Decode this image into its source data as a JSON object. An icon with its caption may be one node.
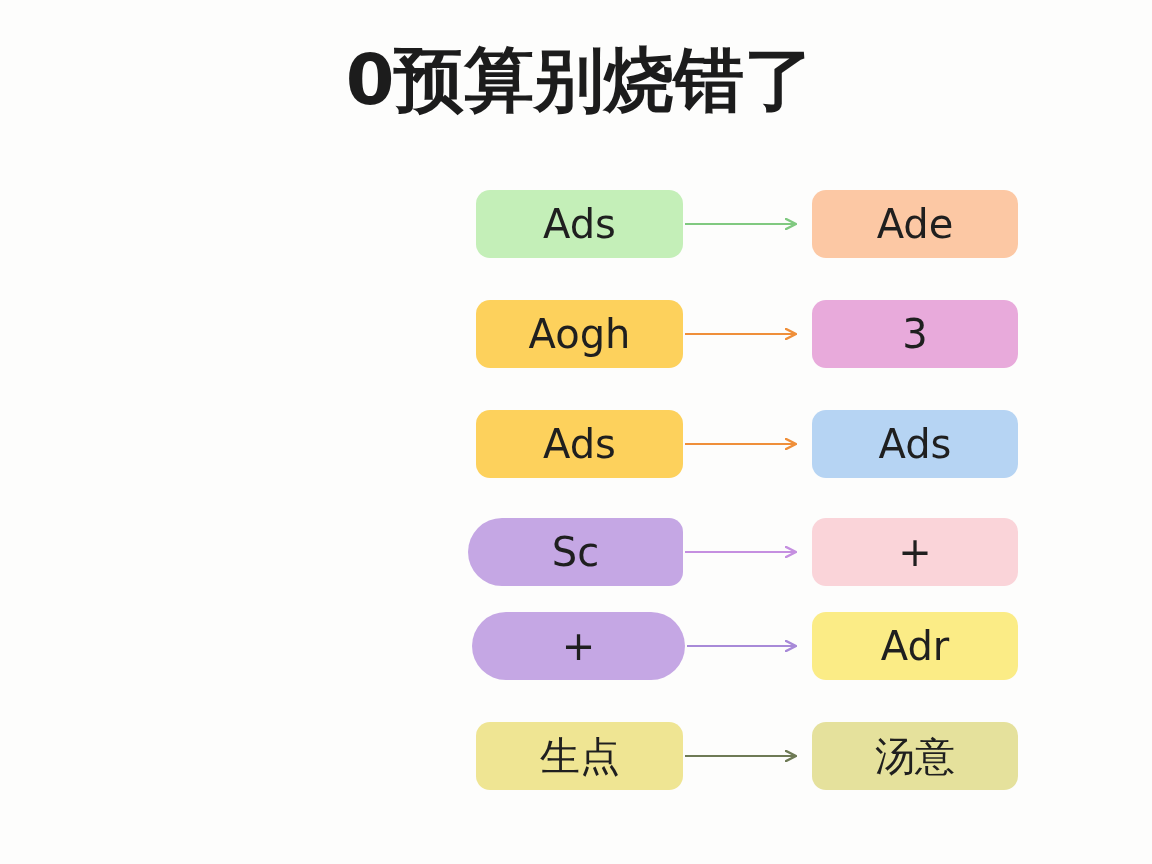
{
  "diagram": {
    "title": "0预算别烧错了",
    "nodes": [
      {
        "text": [
          "Ads"
        ]
      },
      {
        "text": [
          "Ade"
        ]
      },
      {
        "text": [
          "Aogh"
        ]
      },
      {
        "text": [
          "3"
        ]
      },
      {
        "text": [
          "Ads"
        ]
      },
      {
        "text": [
          "Ads"
        ]
      },
      {
        "text": [
          "Sc"
        ]
      },
      {
        "text": [
          "+"
        ]
      },
      {
        "text": [
          "+"
        ]
      },
      {
        "text": [
          "Adr"
        ]
      },
      {
        "text": [
          "生点"
        ]
      },
      {
        "text": [
          "汤意"
        ]
      }
    ],
    "edges": [
      {
        "from": 0,
        "to": 1,
        "arrow": "to",
        "color": "#80c980"
      },
      {
        "from": 2,
        "to": 3,
        "arrow": "to",
        "color": "#ef8f3a"
      },
      {
        "from": 4,
        "to": 5,
        "arrow": "to",
        "color": "#ef8f3a"
      },
      {
        "from": 6,
        "to": 7,
        "arrow": "to",
        "color": "#c58fe0"
      },
      {
        "from": 8,
        "to": 9,
        "arrow": "to",
        "color": "#a88ad8"
      },
      {
        "from": 10,
        "to": 11,
        "arrow": "to",
        "color": "#6e7a55"
      }
    ]
  }
}
